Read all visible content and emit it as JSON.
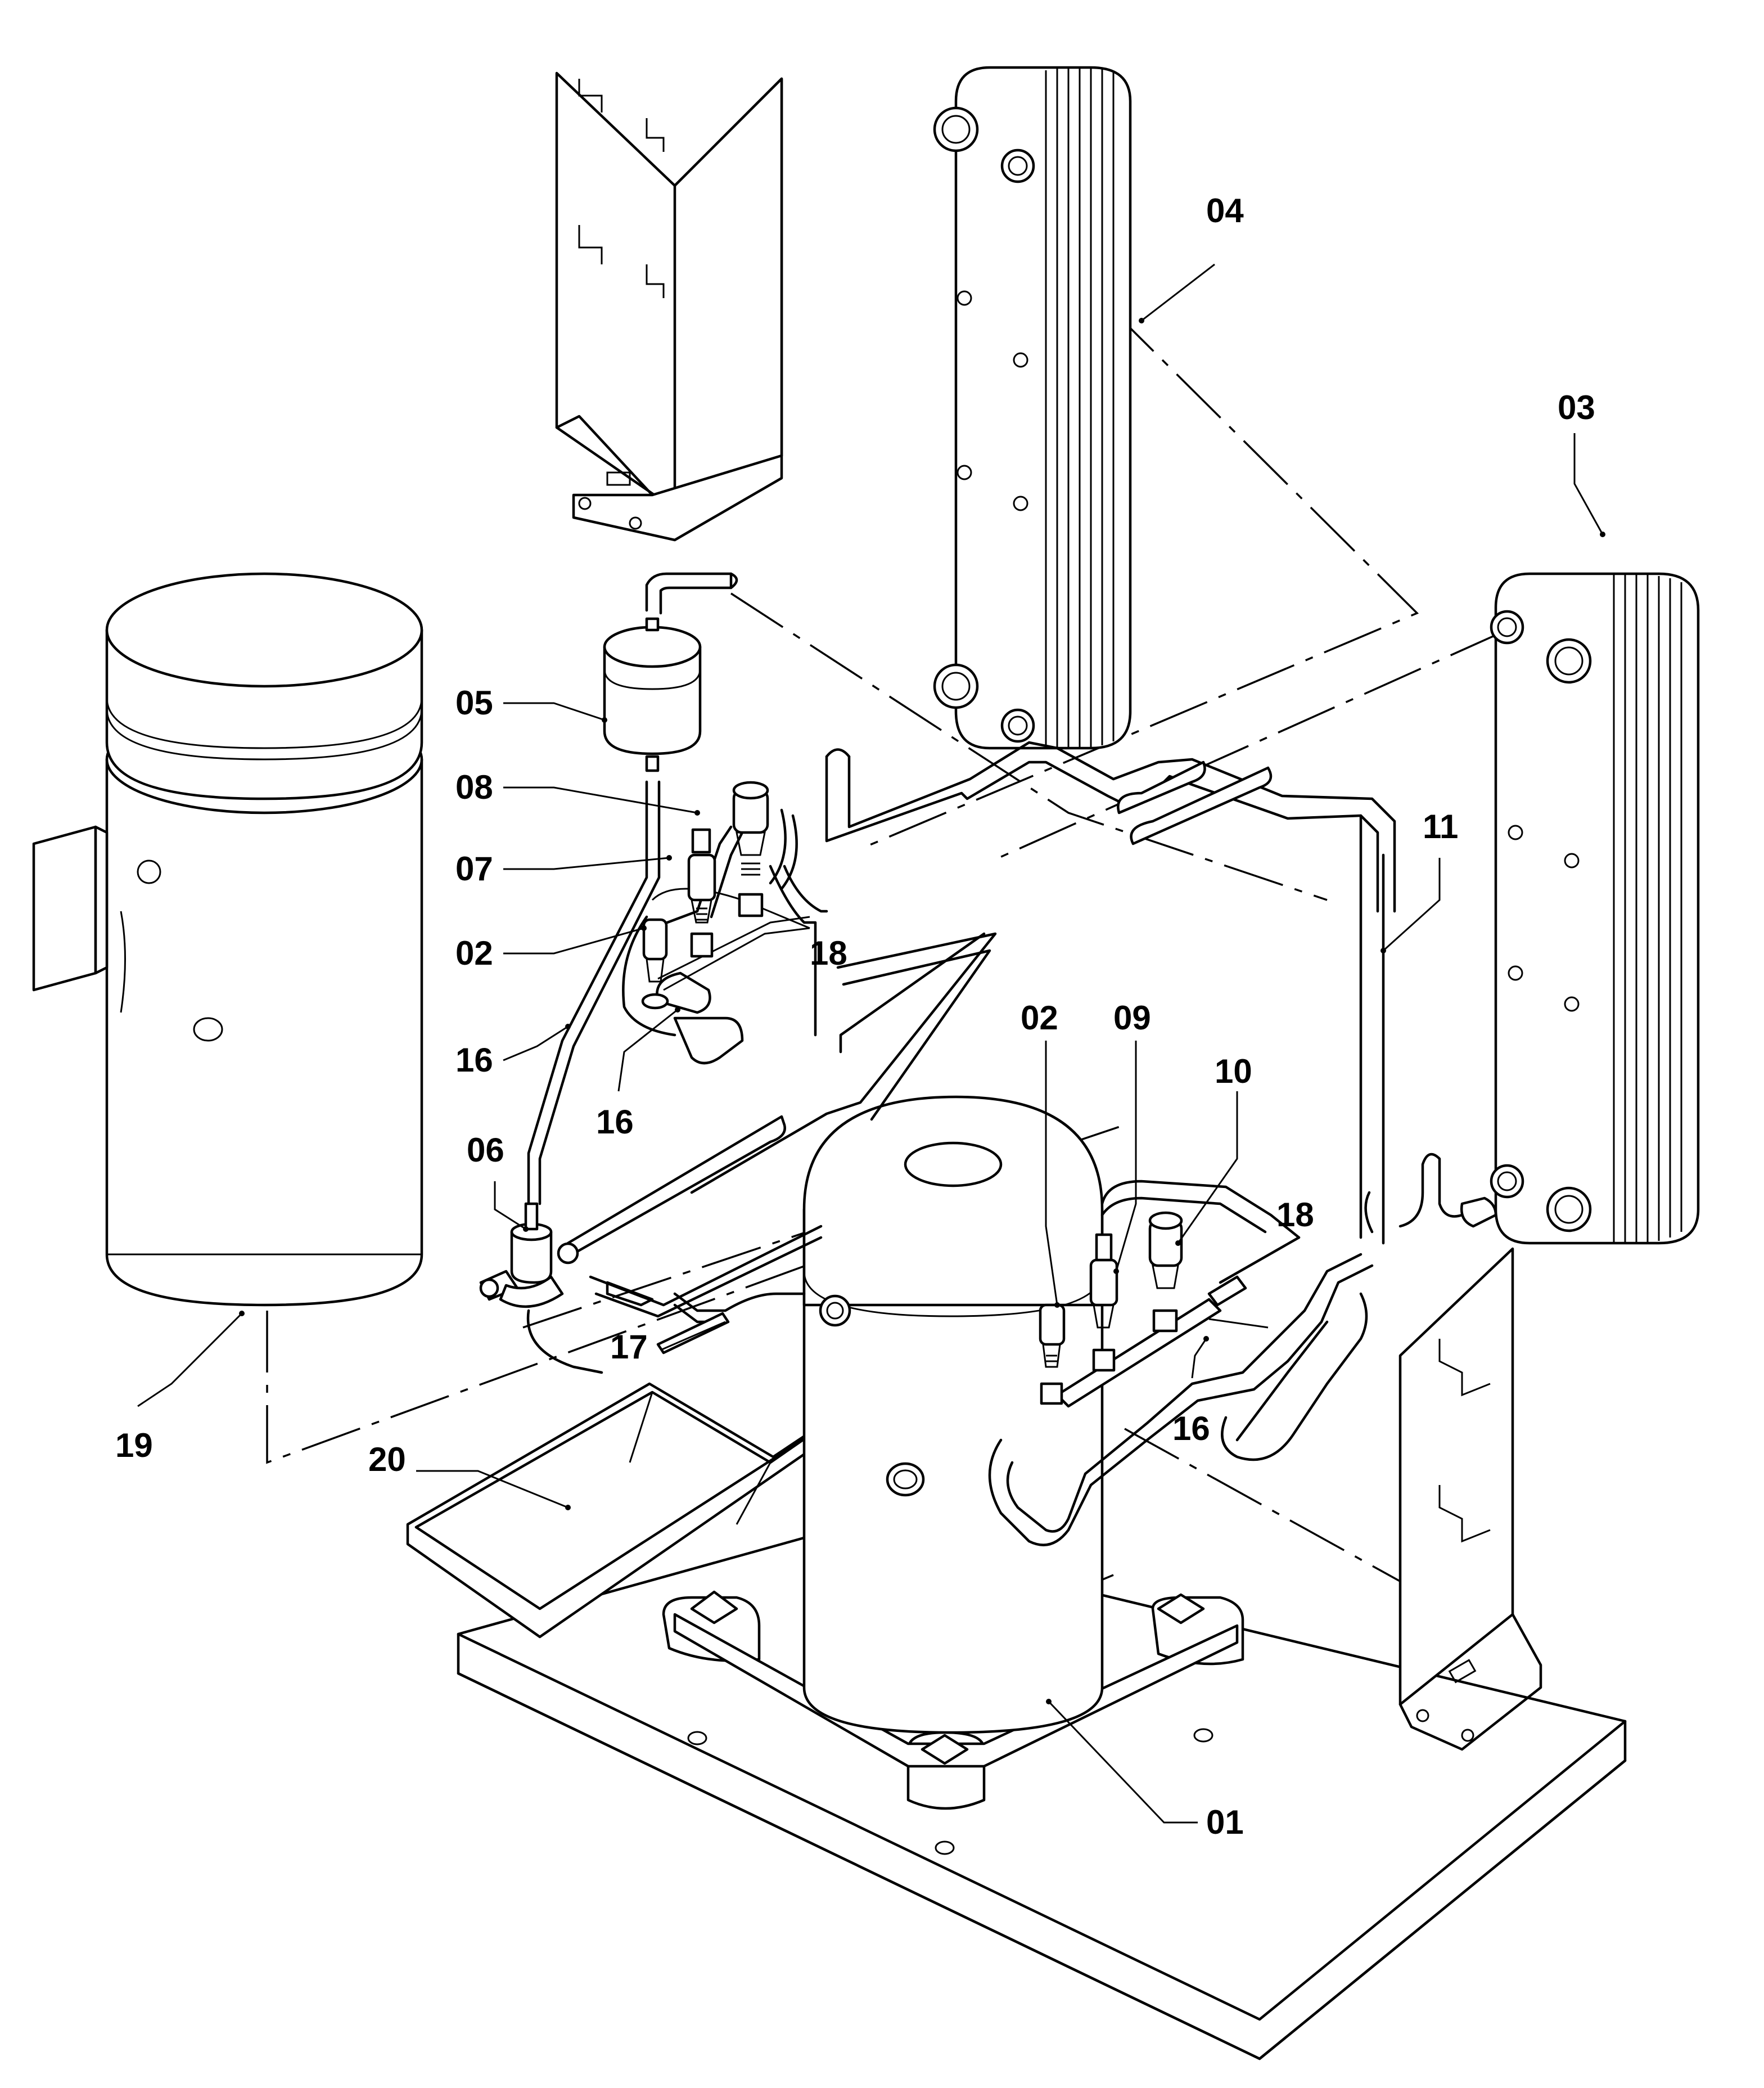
{
  "callouts": [
    {
      "id": "04",
      "text": "04"
    },
    {
      "id": "03",
      "text": "03"
    },
    {
      "id": "05",
      "text": "05"
    },
    {
      "id": "08",
      "text": "08"
    },
    {
      "id": "07",
      "text": "07"
    },
    {
      "id": "02a",
      "text": "02"
    },
    {
      "id": "18a",
      "text": "18"
    },
    {
      "id": "11",
      "text": "11"
    },
    {
      "id": "16a",
      "text": "16"
    },
    {
      "id": "16b",
      "text": "16"
    },
    {
      "id": "02b",
      "text": "02"
    },
    {
      "id": "09",
      "text": "09"
    },
    {
      "id": "10",
      "text": "10"
    },
    {
      "id": "06",
      "text": "06"
    },
    {
      "id": "18b",
      "text": "18"
    },
    {
      "id": "17",
      "text": "17"
    },
    {
      "id": "16c",
      "text": "16"
    },
    {
      "id": "19",
      "text": "19"
    },
    {
      "id": "20",
      "text": "20"
    },
    {
      "id": "01",
      "text": "01"
    }
  ]
}
